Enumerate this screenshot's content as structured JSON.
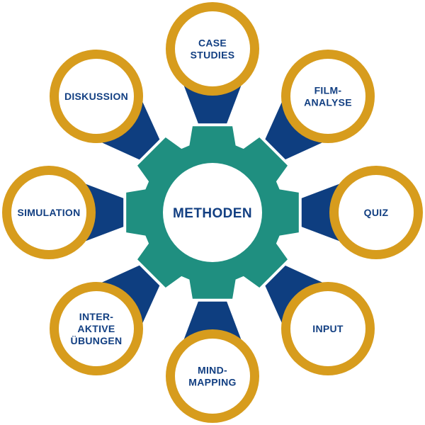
{
  "center": {
    "label": "METHODEN"
  },
  "nodes": [
    {
      "id": "case-studies",
      "lines": [
        "CASE",
        "STUDIES"
      ]
    },
    {
      "id": "filmanalyse",
      "lines": [
        "FILM-",
        "ANALYSE"
      ]
    },
    {
      "id": "quiz",
      "lines": [
        "QUIZ"
      ]
    },
    {
      "id": "input",
      "lines": [
        "INPUT"
      ]
    },
    {
      "id": "mind-mapping",
      "lines": [
        "MIND-",
        "MAPPING"
      ]
    },
    {
      "id": "interaktive-uebungen",
      "lines": [
        "INTER-",
        "AKTIVE",
        "ÜBUNGEN"
      ]
    },
    {
      "id": "simulation",
      "lines": [
        "SIMULATION"
      ]
    },
    {
      "id": "diskussion",
      "lines": [
        "DISKUSSION"
      ]
    }
  ],
  "colors": {
    "ring": "#d79c1d",
    "funnel": "#0e3e80",
    "gear": "#1f8f80",
    "text": "#123f82",
    "background": "#ffffff"
  }
}
